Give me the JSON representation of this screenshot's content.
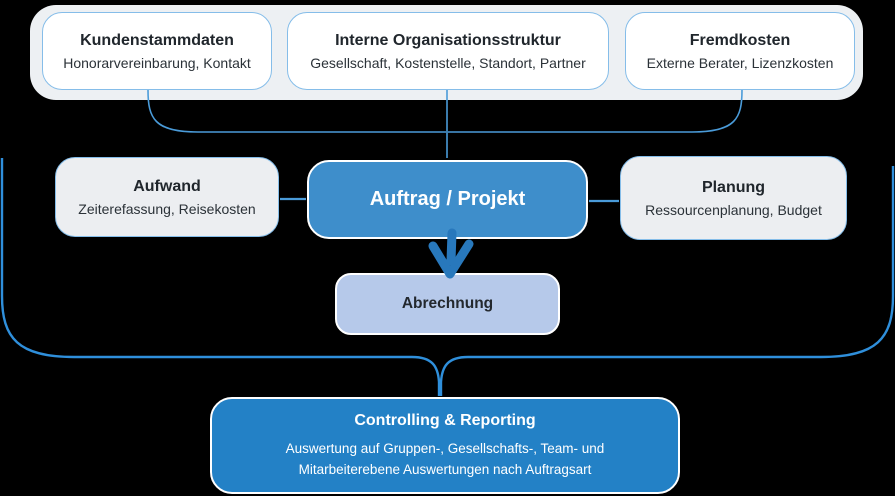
{
  "diagram": {
    "top_boxes": [
      {
        "title": "Kundenstammdaten",
        "subtitle": "Honorarvereinbarung, Kontakt"
      },
      {
        "title": "Interne Organisationsstruktur",
        "subtitle": "Gesellschaft, Kostenstelle, Standort, Partner"
      },
      {
        "title": "Fremdkosten",
        "subtitle": "Externe Berater, Lizenzkosten"
      }
    ],
    "middle": {
      "aufwand": {
        "title": "Aufwand",
        "subtitle": "Zeiterefassung, Reisekosten"
      },
      "auftrag": {
        "title": "Auftrag / Projekt"
      },
      "planung": {
        "title": "Planung",
        "subtitle": "Ressourcenplanung, Budget"
      }
    },
    "abrechnung": {
      "title": "Abrechnung"
    },
    "controlling": {
      "title": "Controlling & Reporting",
      "body": "Auswertung auf Gruppen-, Gesellschafts-, Team- und Mitarbeiterebene Auswertungen nach Auftragsart"
    },
    "colors": {
      "background": "#000000",
      "top_panel": "#edf0f3",
      "box_border_blue": "#85bde9",
      "gray_box": "#eceef1",
      "primary_blue": "#3e8ecb",
      "light_blue": "#b6c9ea",
      "dark_blue": "#2381c6",
      "connector_blue": "#2f8fdb",
      "arrow_blue": "#2878bc"
    }
  }
}
